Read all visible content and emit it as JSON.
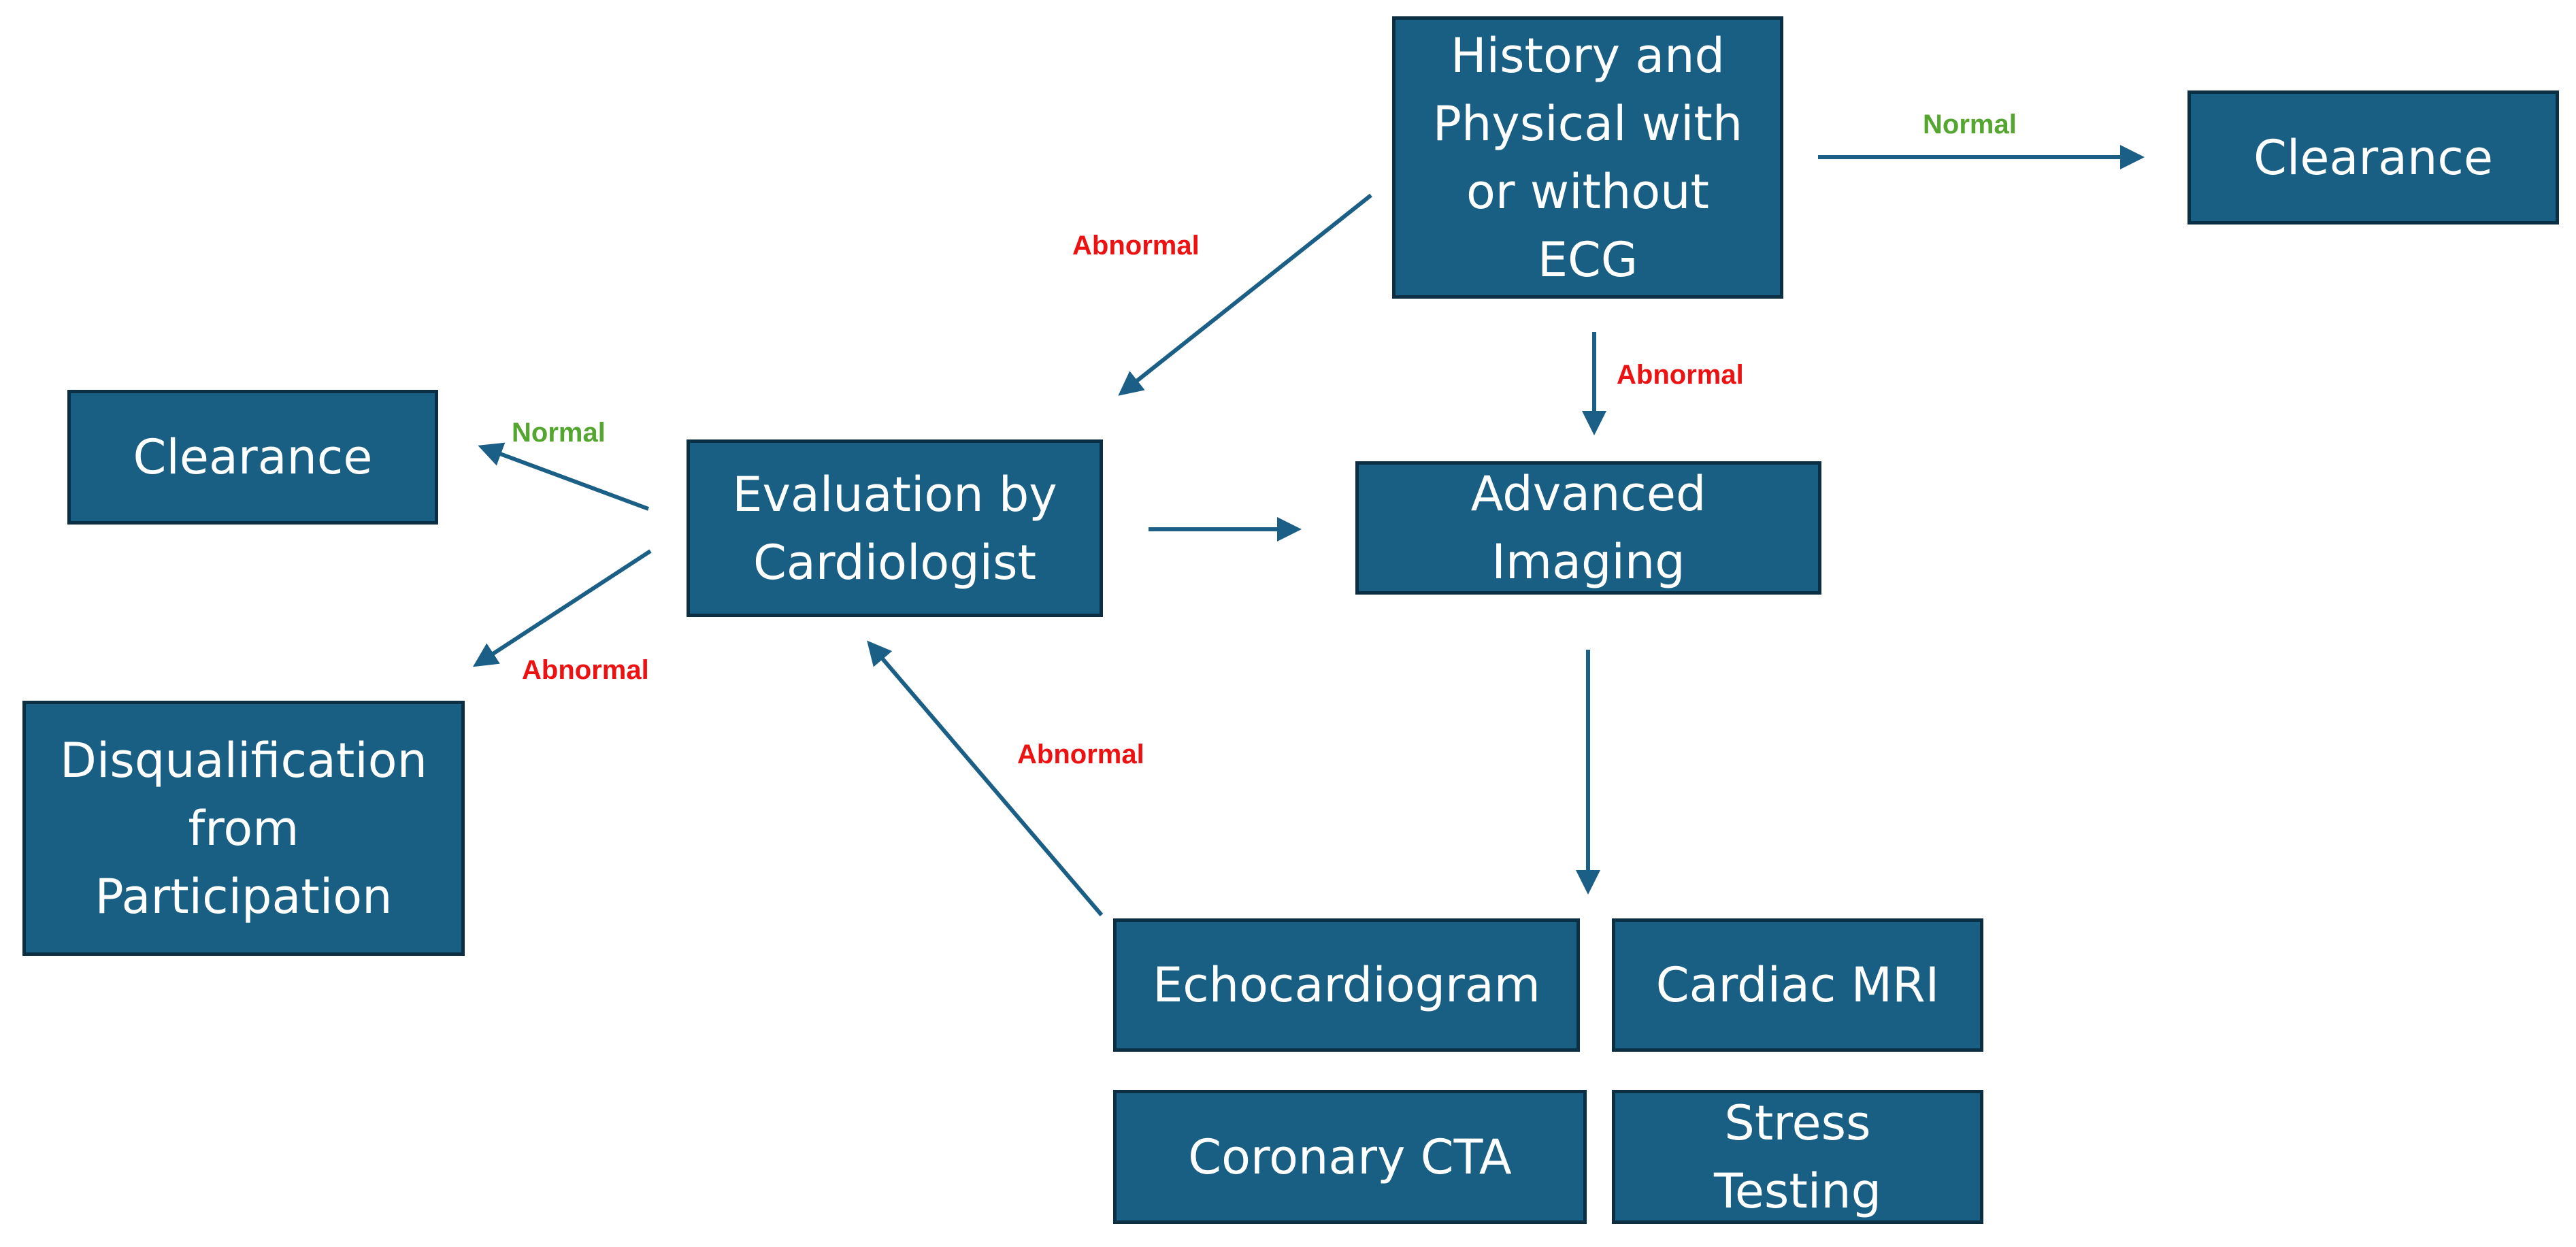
{
  "nodes": {
    "history_physical": "History and\nPhysical with\nor without\nECG",
    "clearance_right": "Clearance",
    "clearance_left": "Clearance",
    "evaluation_cardiologist": "Evaluation by\nCardiologist",
    "advanced_imaging": "Advanced\nImaging",
    "disqualification": "Disqualification\nfrom\nParticipation",
    "echocardiogram": "Echocardiogram",
    "cardiac_mri": "Cardiac MRI",
    "coronary_cta": "Coronary CTA",
    "stress_testing": "Stress\nTesting"
  },
  "edge_labels": {
    "hp_to_clearance": "Normal",
    "hp_to_evaluation": "Abnormal",
    "hp_to_imaging": "Abnormal",
    "eval_to_clearance": "Normal",
    "eval_to_disqualification": "Abnormal",
    "tests_to_eval": "Abnormal"
  },
  "colors": {
    "node_fill": "#195f83",
    "node_border": "#0d2f44",
    "arrow": "#1b5f86",
    "normal": "#55a630",
    "abnormal": "#ee1111"
  },
  "edges": [
    {
      "from": "history_physical",
      "to": "clearance_right",
      "label": "hp_to_clearance"
    },
    {
      "from": "history_physical",
      "to": "evaluation_cardiologist",
      "label": "hp_to_evaluation"
    },
    {
      "from": "history_physical",
      "to": "advanced_imaging",
      "label": "hp_to_imaging"
    },
    {
      "from": "evaluation_cardiologist",
      "to": "clearance_left",
      "label": "eval_to_clearance"
    },
    {
      "from": "evaluation_cardiologist",
      "to": "disqualification",
      "label": "eval_to_disqualification"
    },
    {
      "from": "evaluation_cardiologist",
      "to": "advanced_imaging"
    },
    {
      "from": "advanced_imaging",
      "to": "echocardiogram"
    },
    {
      "from": "echocardiogram",
      "to": "evaluation_cardiologist",
      "label": "tests_to_eval"
    }
  ]
}
